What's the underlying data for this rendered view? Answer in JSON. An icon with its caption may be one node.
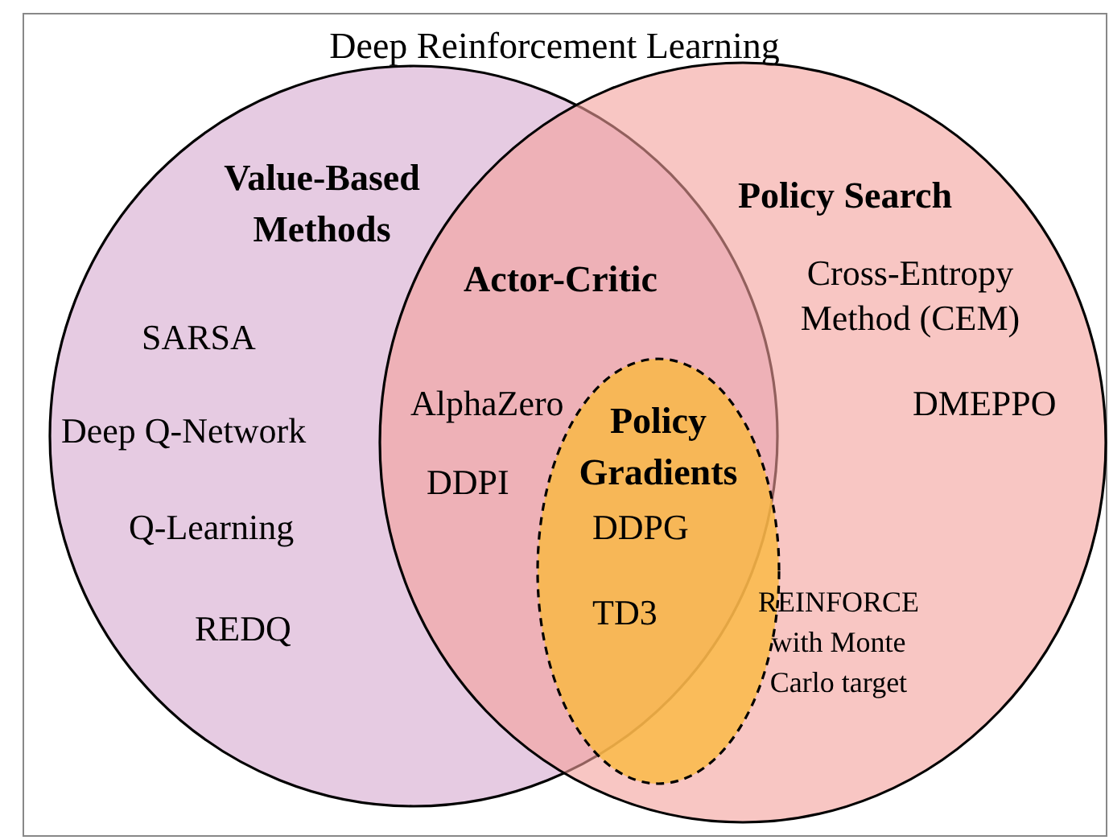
{
  "diagram": {
    "title": "Deep Reinforcement Learning",
    "nodes": [
      {
        "text": [
          "Value-Based Methods"
        ]
      },
      {
        "text": [
          "Policy Search"
        ]
      },
      {
        "text": [
          "Policy Gradients"
        ]
      }
    ],
    "labels": [
      "Actor-Critic",
      "Cross-Entropy Method (CEM)",
      "SARSA",
      "AlphaZero",
      "DMEPPO",
      "Deep Q-Network",
      "DDPI",
      "Q-Learning",
      "DDPG",
      "TD3",
      "REINFORCE with Monte Carlo target",
      "REDQ"
    ]
  }
}
